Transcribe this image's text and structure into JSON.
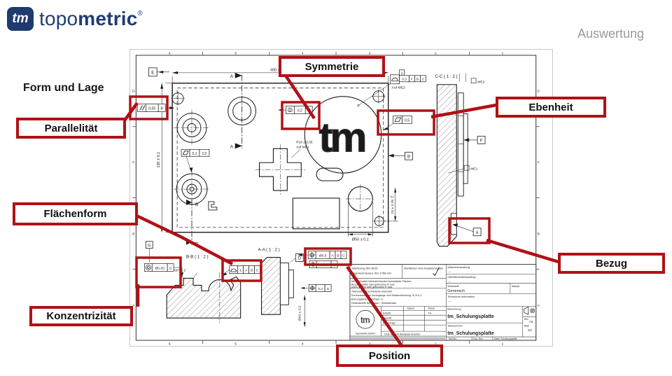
{
  "header": {
    "logo": {
      "icon_text": "tm",
      "topo": "topo",
      "metric": "metric",
      "reg": "®"
    },
    "page_label": "Auswertung"
  },
  "lede": "Form und Lage",
  "callouts": {
    "symmetrie": "Symmetrie",
    "parallelitaet": "Parallelität",
    "ebenheit": "Ebenheit",
    "flaechenform": "Flächenform",
    "konzentrizitaet": "Konzentrizität",
    "bezug": "Bezug",
    "position": "Position"
  },
  "colors": {
    "accent_red": "#b01116",
    "brand_blue": "#1f3c74",
    "gray_text": "#9a9a9a"
  },
  "drawing": {
    "grid": {
      "cols": [
        "6",
        "5",
        "4",
        "3",
        "2",
        "1"
      ],
      "rows": [
        "D",
        "C",
        "B",
        "A"
      ]
    },
    "sections": {
      "aa": "A-A ( 1 : 2 )",
      "bb": "B-B ( 1 : 2 )",
      "cc": "C-C ( 1 : 2 )"
    },
    "dims": {
      "width": "400 ± 0,5",
      "height": "130 ± 0,1",
      "d50": "Ø50 ± 0,1",
      "h15": "15 ± 0,05 Ⓔ",
      "d40": "Ø40 ± 0,2",
      "angle": "60° ± 1°",
      "r10": "R10 ± 0,05"
    },
    "notes": {
      "auf_me1": "Auf ME1",
      "auf_me2": "Auf ME2",
      "me1": "ME1",
      "me2": "ME2"
    },
    "datums": {
      "a": "A",
      "b": "B",
      "c": "C",
      "d": "D",
      "e": "E",
      "f": "F",
      "g": "G"
    },
    "marks": {
      "a": "A",
      "b": "B",
      "c": "C"
    },
    "fcf": {
      "parallel": {
        "sym": "//",
        "val": "0,05",
        "ref": "B"
      },
      "flat_cz": {
        "val": "0,1",
        "ref": "CZ"
      },
      "symmetry": {
        "val": "0,2",
        "ref": "E"
      },
      "flat_05": {
        "val": "0,5"
      },
      "profile_top": {
        "count": "2",
        "val": "0,3",
        "d1": "F",
        "d2": "B",
        "d3": "C"
      },
      "profile_bottom": {
        "val": "1",
        "d1": "A",
        "d2": "B",
        "d3": "C"
      },
      "concentric": {
        "val": "Ø0,05",
        "ref": "G"
      },
      "position_1": {
        "val": "Ø0,5",
        "d1": "A",
        "d2": "B",
        "d3": "C"
      },
      "position_2": {
        "val": "Ø0,05",
        "ref": "D"
      },
      "position_3": {
        "val": "0,3",
        "ref": "D"
      }
    },
    "titleblock": {
      "tol1": "Tolerierung ISO 8015",
      "tol2": "Allgemeintoleranz ISO 2768-mH",
      "surface": "Oberflächen ohne Rautiefenangabe",
      "edge1": "Nicht bemaßte Werkstückkanten bearbeiteter Flächen:",
      "edge2": "Aussen gratfrei oder gebrochen R    max",
      "edge3": "Innen gratfrei oder gebrochen R    max",
      "tolel1": "Toleranzen nicht tolerierter Elemente",
      "tolel2": "Durchmesser von Durchgangs- und Sacklochbohrung  +0,2/-0,1",
      "tolel3": "Bohrungstiefe Nennmass +2",
      "tolel4": "Gewindetiefe Nennmass + Mindestmass",
      "heat_label": "Wärmebehandlung",
      "heat_value": "----",
      "surf_label": "Oberflächenbehandlung",
      "surf_value": "----",
      "material_label": "Werkstoff:",
      "material_value": "Generisch",
      "mass_label": "Masse:",
      "mass_value": "-",
      "tech_label": "Technische Information",
      "tech_value": "----",
      "name_label": "Benennung",
      "name_value": "tm_Schulungsplatte",
      "number_label": "Teilenummer",
      "number_value": "tm_Schulungsplatte",
      "din_label": "DIN",
      "din_value": "A3",
      "sheet_label": "Blatt",
      "sheet_value": "1/1",
      "created_label": "Erstellt:",
      "created_value": "TH",
      "checked_label": "Geprüft:",
      "approved_label": "Genehmigt:",
      "date_col": "Datum",
      "name_col": "Name",
      "cad": "CAD-System Autodesk Inventor",
      "company": "topometric GmbH",
      "rev1": "Teil-Rev.",
      "rev2": "Dok.-Rev.",
      "file": "Datei: Schulungsplatte",
      "logo_text": "tm"
    },
    "plate_logo": "tm"
  }
}
